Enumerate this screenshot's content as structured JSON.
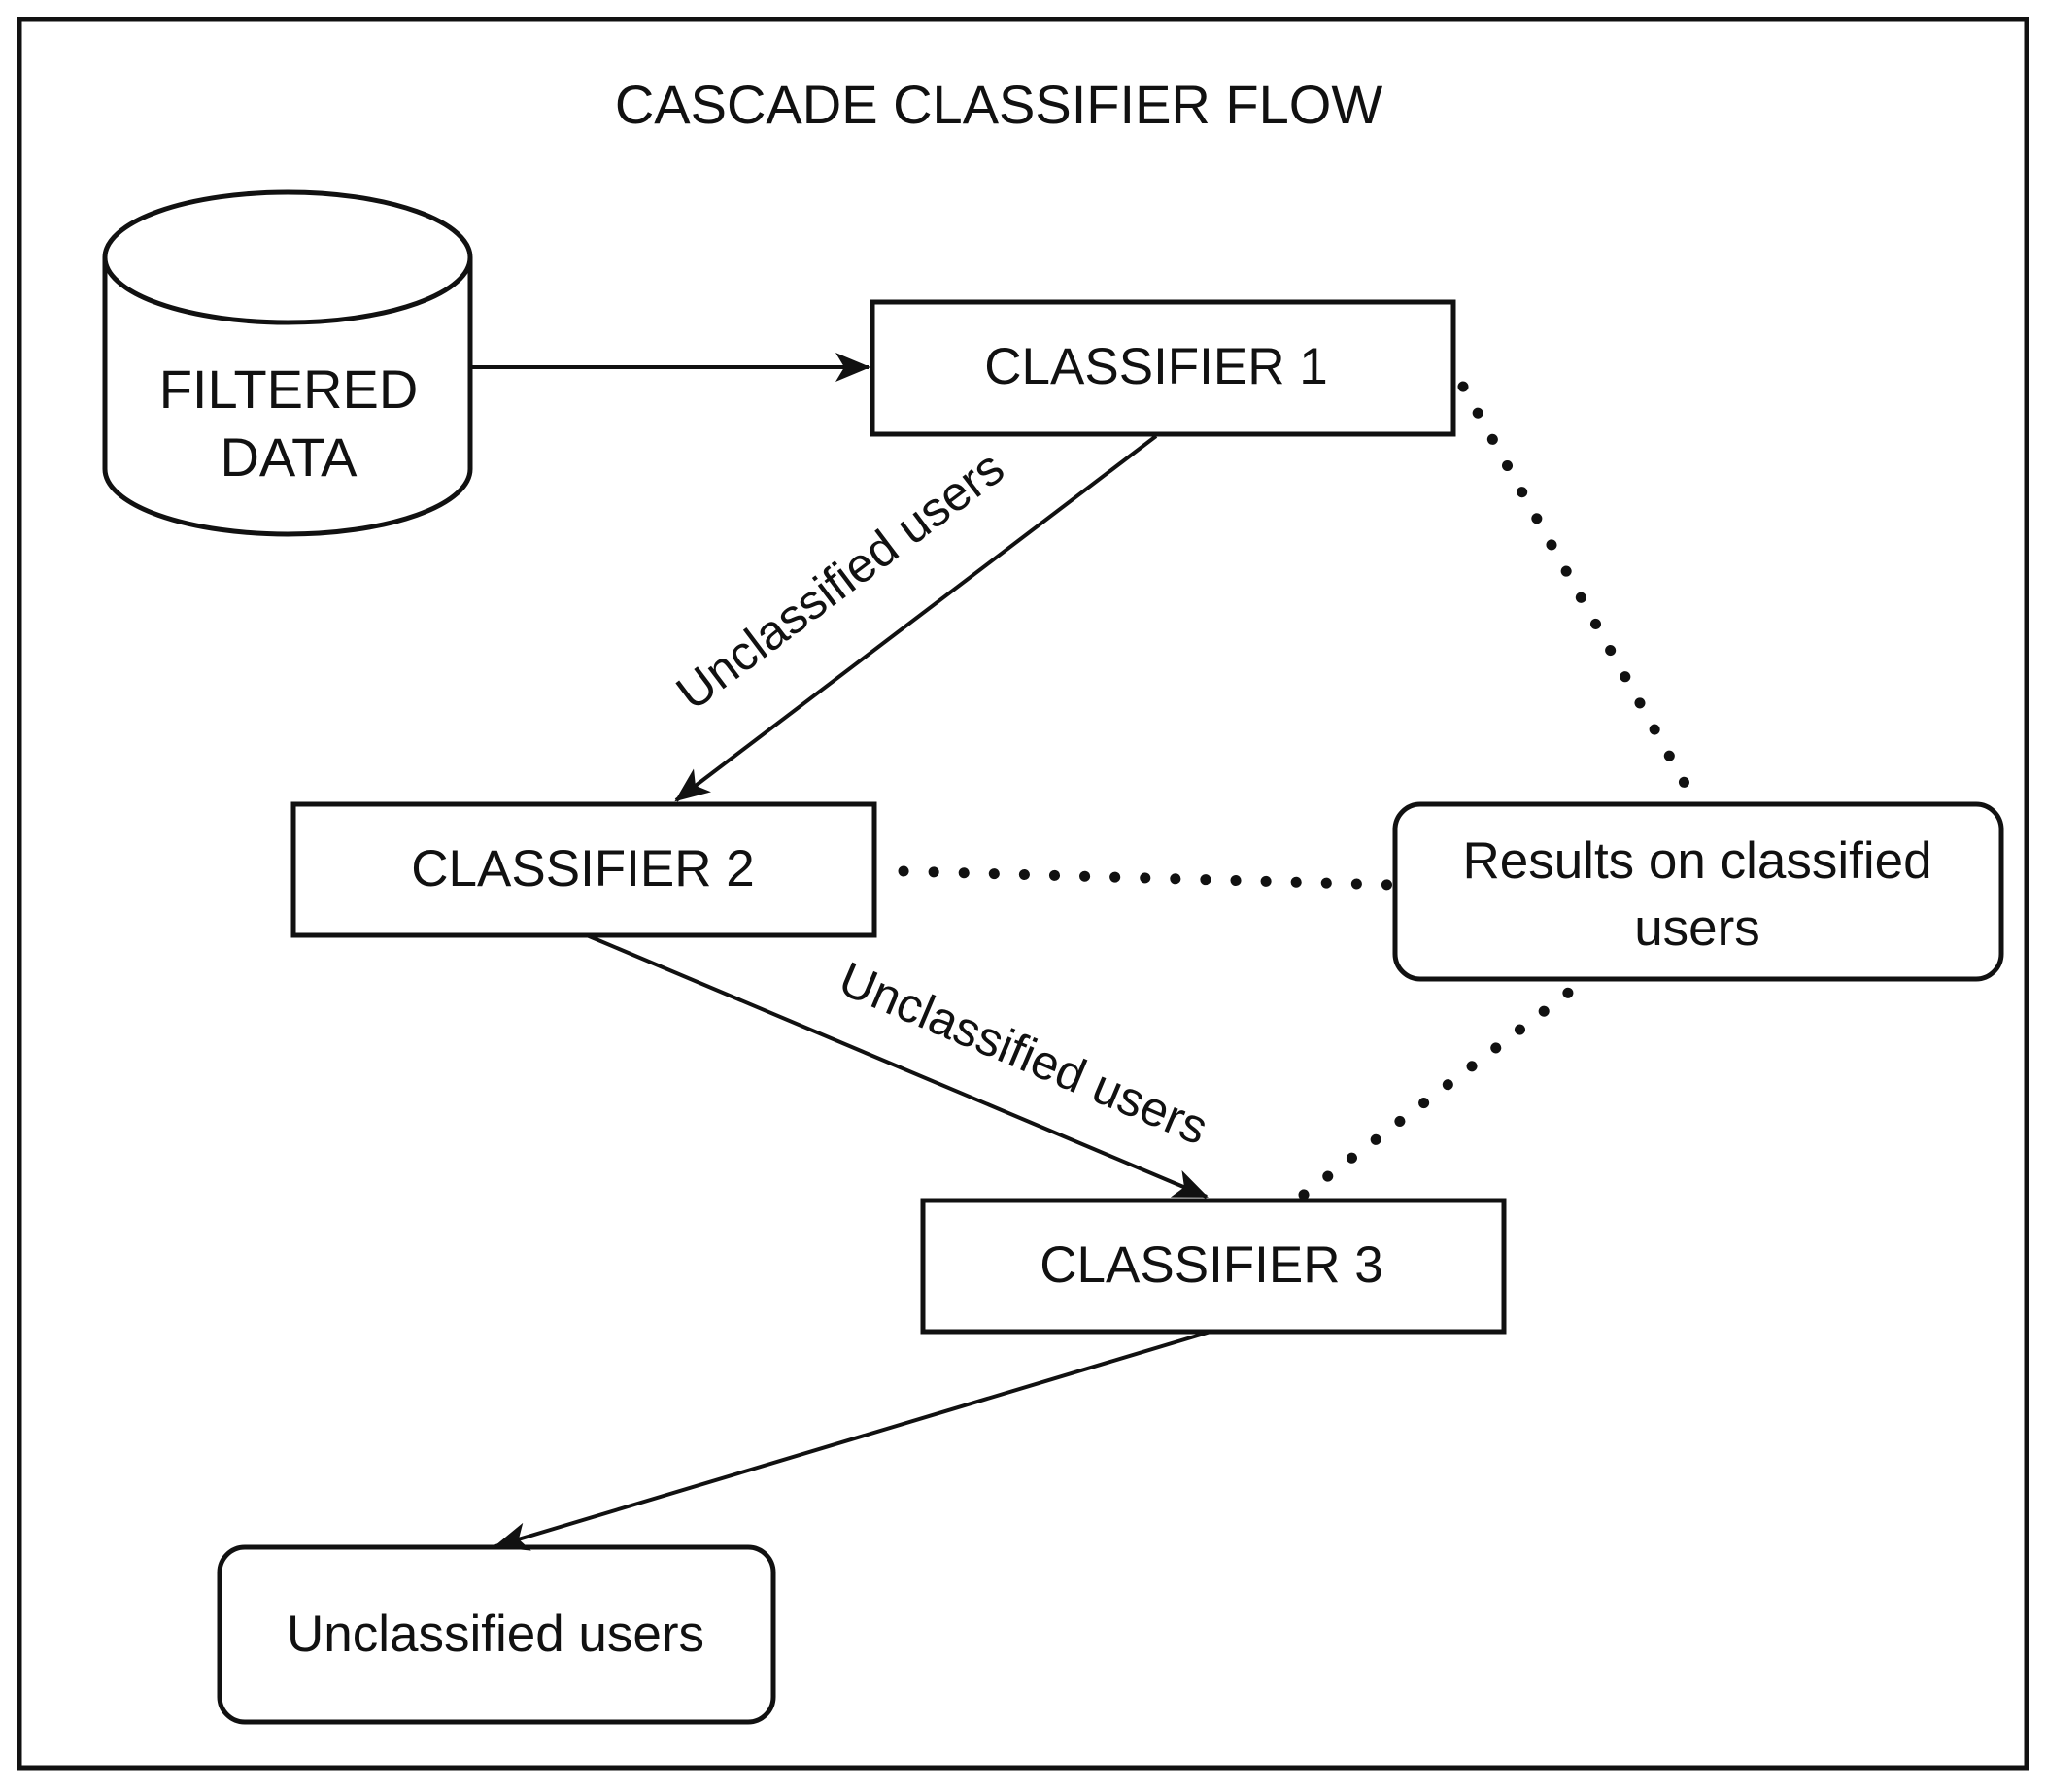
{
  "title": "CASCADE CLASSIFIER FLOW",
  "nodes": {
    "filtered_data": {
      "line1": "FILTERED",
      "line2": "DATA"
    },
    "classifier1": {
      "label": "CLASSIFIER 1"
    },
    "classifier2": {
      "label": "CLASSIFIER 2"
    },
    "classifier3": {
      "label": "CLASSIFIER 3"
    },
    "results": {
      "line1": "Results on classified",
      "line2": "users"
    },
    "unclassified_out": {
      "label": "Unclassified users"
    }
  },
  "edges": {
    "c1_to_c2_label": "Unclassified users",
    "c2_to_c3_label": "Unclassified users"
  },
  "colors": {
    "stroke": "#111111",
    "background": "#ffffff"
  }
}
